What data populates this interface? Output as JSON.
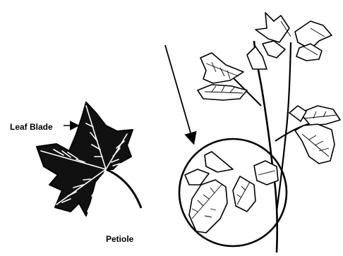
{
  "labels": {
    "leaf_blade": "Leaf Blade",
    "petiole": "Petiole"
  },
  "colors": {
    "ink": "#000000",
    "paper": "#ffffff"
  },
  "illustration": {
    "left_subject": "single leaf with leaf blade and petiole",
    "right_subject": "branching plant stem with a magnified circle around a leaf cluster"
  }
}
